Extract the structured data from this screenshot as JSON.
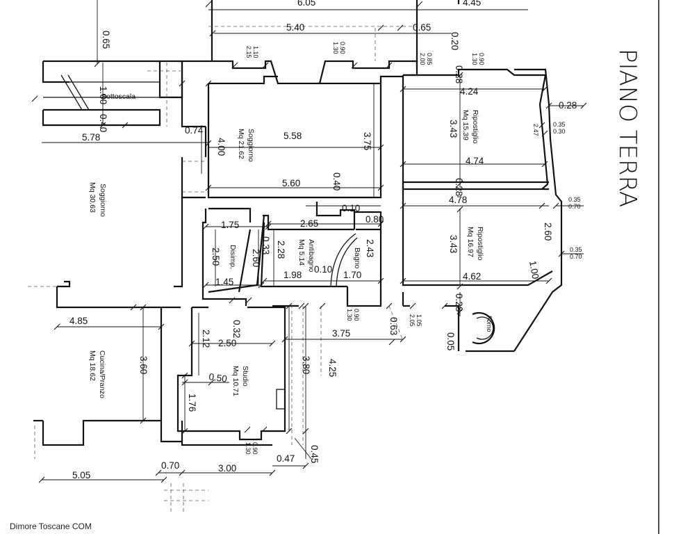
{
  "title": "PIANO TERRA",
  "watermark": "Dimore Toscane COM",
  "rooms": {
    "sottoscala": "Sottoscala",
    "soggiorno_left_name": "Soggiorno",
    "soggiorno_left_area": "Mq 30.63",
    "soggiorno_center_name": "Soggiorno",
    "soggiorno_center_area": "Mq 21.62",
    "ripostiglio_top_name": "Ripostiglio",
    "ripostiglio_top_area": "Mq 15.39",
    "ripostiglio_bottom_name": "Ripostiglio",
    "ripostiglio_bottom_area": "Mq 16.97",
    "antibagno_name": "Antibagno",
    "antibagno_area": "Mq 5.14",
    "bagno": "Bagno",
    "disimp": "Disimp.",
    "studio_name": "Studio",
    "studio_area": "Mq 10.71",
    "cucina_name": "Cucina/Pranzo",
    "cucina_area": "Mq 18.62",
    "forno": "Forno"
  },
  "dimensions": {
    "top_605": "6.05",
    "top_445": "4.45",
    "top_540": "5.40",
    "top_065": "0.65",
    "left_065": "0.65",
    "d020": "0.20",
    "d090_130_a": "0.90\n1.30",
    "d110_215": "1.10\n2.15",
    "d085_200": "0.85\n2.00",
    "d090_130_b": "0.90\n1.30",
    "d028_a": "0.28",
    "d424": "4.24",
    "d028_b": "0.28",
    "d035_030": "0.35\n0.30",
    "d247": "2.47",
    "d343_a": "3.43",
    "d474": "4.74",
    "d100_left": "1.00",
    "d040_left": "0.40",
    "d578": "5.78",
    "d074": "0.74",
    "d400": "4.00",
    "d558": "5.58",
    "d375_a": "3.75",
    "d040_center": "0.40",
    "d560": "5.60",
    "d028_c": "0.28",
    "d478": "4.78",
    "d035_070_a": "0.35\n0.70",
    "d260_right": "2.60",
    "d035_070_b": "0.35\n0.70",
    "d343_b": "3.43",
    "d100_right": "1.00",
    "d462": "4.62",
    "d028_d": "0.28",
    "d105_205": "1.05\n2.05",
    "d005": "0.05",
    "d010": "0.10",
    "d265": "2.65",
    "d080": "0.80",
    "d175": "1.75",
    "d033": "0.33",
    "d260_disimp": "2.60",
    "d250_disimp": "2.50",
    "d228": "2.28",
    "d243": "2.43",
    "d010_b": "0.10",
    "d198": "1.98",
    "d170": "1.70",
    "d145": "1.45",
    "d090_130_c": "0.90\n1.30",
    "d063": "0.63",
    "d375_b": "3.75",
    "d485": "4.85",
    "d360": "3.60",
    "d212": "2.12",
    "d032": "0.32",
    "d250_studio": "2.50",
    "d050": "0.50",
    "d176": "1.76",
    "d380": "3.80",
    "d425": "4.25",
    "d090_130_d": "0.90\n1.30",
    "d045": "0.45",
    "d047": "0.47",
    "d070": "0.70",
    "d300": "3.00",
    "d505": "5.05"
  }
}
